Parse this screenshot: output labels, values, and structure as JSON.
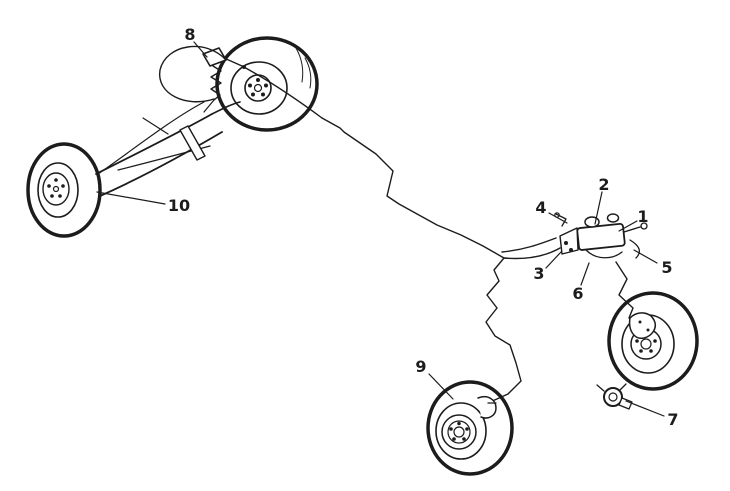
{
  "figure": {
    "kind": "brake-system-line-diagram",
    "background_color": "#ffffff",
    "line_color": "#1c1c1c"
  },
  "callouts": [
    {
      "label": "1"
    },
    {
      "label": "2"
    },
    {
      "label": "3"
    },
    {
      "label": "4"
    },
    {
      "label": "5"
    },
    {
      "label": "6"
    },
    {
      "label": "7"
    },
    {
      "label": "8"
    },
    {
      "label": "9"
    },
    {
      "label": "10"
    }
  ]
}
